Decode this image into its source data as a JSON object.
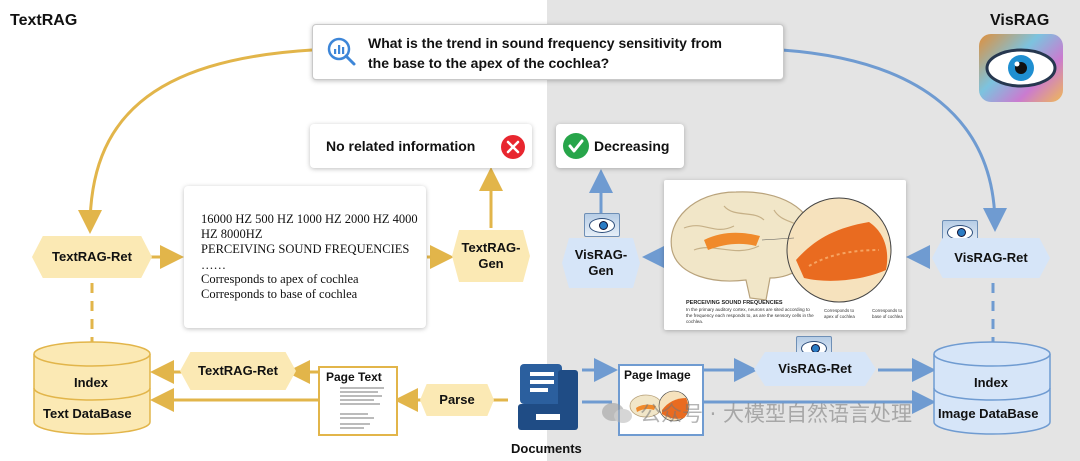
{
  "titles": {
    "left": "TextRAG",
    "right": "VisRAG"
  },
  "query": {
    "text_line1": "What is the trend in sound frequency sensitivity from",
    "text_line2": "the base to the apex of the cochlea?"
  },
  "answers": {
    "text_rag": "No related information",
    "vis_rag": "Decreasing"
  },
  "nodes": {
    "textrag_ret_top": "TextRAG-Ret",
    "textrag_gen_line1": "TextRAG-",
    "textrag_gen_line2": "Gen",
    "visrag_gen_line1": "VisRAG-",
    "visrag_gen_line2": "Gen",
    "visrag_ret_right": "VisRAG-Ret",
    "textrag_ret_bottom": "TextRAG-Ret",
    "visrag_ret_bottom": "VisRAG-Ret",
    "parse": "Parse",
    "documents": "Documents"
  },
  "retrieved_text": {
    "line1": "16000 HZ 500 HZ 1000 HZ 2000 HZ 4000",
    "line2": "HZ 8000HZ",
    "line3": "PERCEIVING SOUND FREQUENCIES",
    "line4": "……",
    "line5": "Corresponds to apex of cochlea",
    "line6": "Corresponds to base of cochlea"
  },
  "figure": {
    "heading": "PERCEIVING SOUND FREQUENCIES",
    "body": "In the primary auditory cortex, neurons are sited according to the frequency each responds to, as are the sensory cells in the cochlea.",
    "label_apex": "Corresponds to apex of cochlea",
    "label_base": "Corresponds to base of cochlea"
  },
  "databases": {
    "text_db_line1": "Index",
    "text_db_line2": "Text DataBase",
    "image_db_line1": "Index",
    "image_db_line2": "Image DataBase"
  },
  "page_text": {
    "title": "Page Text"
  },
  "page_image": {
    "title": "Page Image"
  },
  "watermark": "公众号 · 大模型自然语言处理",
  "colors": {
    "textrag": "#e2b54a",
    "visrag": "#6f9bd1",
    "wrong": "#e8262f",
    "right": "#27a54a"
  }
}
